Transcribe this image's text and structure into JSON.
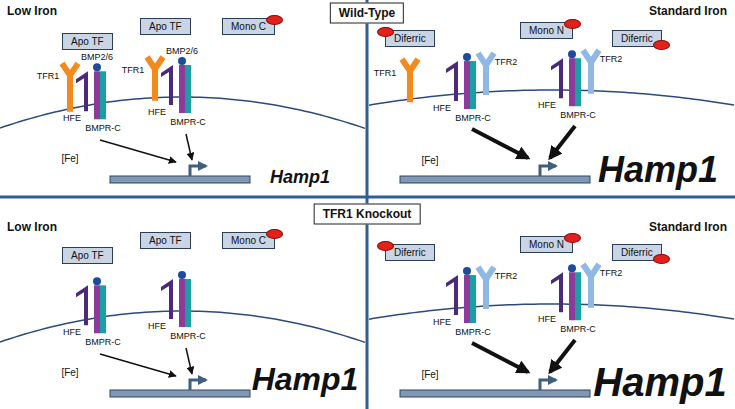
{
  "diagram": {
    "nodes": [
      {
        "text": [
          "Wild-Type"
        ]
      },
      {
        "text": [
          "Apo TF"
        ]
      },
      {
        "text": [
          "Apo TF"
        ]
      },
      {
        "text": [
          "Mono C"
        ]
      },
      {
        "text": [
          "Diferric"
        ]
      },
      {
        "text": [
          "Mono N"
        ]
      },
      {
        "text": [
          "Diferric"
        ]
      },
      {
        "text": [
          "TFR1 Knockout"
        ]
      },
      {
        "text": [
          "Apo TF"
        ]
      },
      {
        "text": [
          "Apo TF"
        ]
      },
      {
        "text": [
          "Mono C"
        ]
      },
      {
        "text": [
          "Diferric"
        ]
      },
      {
        "text": [
          "Mono N"
        ]
      },
      {
        "text": [
          "Diferric"
        ]
      }
    ],
    "labels": [
      "Low Iron",
      "Standard Iron",
      "BMP2/6",
      "BMP2/6",
      "TFR1",
      "TFR1",
      "HFE",
      "HFE",
      "BMPR-C",
      "BMPR-C",
      "[Fe]",
      "Hamp1",
      "TFR1",
      "TFR2",
      "TFR2",
      "HFE",
      "BMPR-C",
      "HFE",
      "BMPR-C",
      "[Fe]",
      "Hamp1",
      "Low Iron",
      "Standard Iron",
      "HFE",
      "HFE",
      "BMPR-C",
      "BMPR-C",
      "[Fe]",
      "Hamp1",
      "TFR2",
      "TFR2",
      "HFE",
      "BMPR-C",
      "HFE",
      "BMPR-C",
      "[Fe]",
      "Hamp1"
    ]
  }
}
